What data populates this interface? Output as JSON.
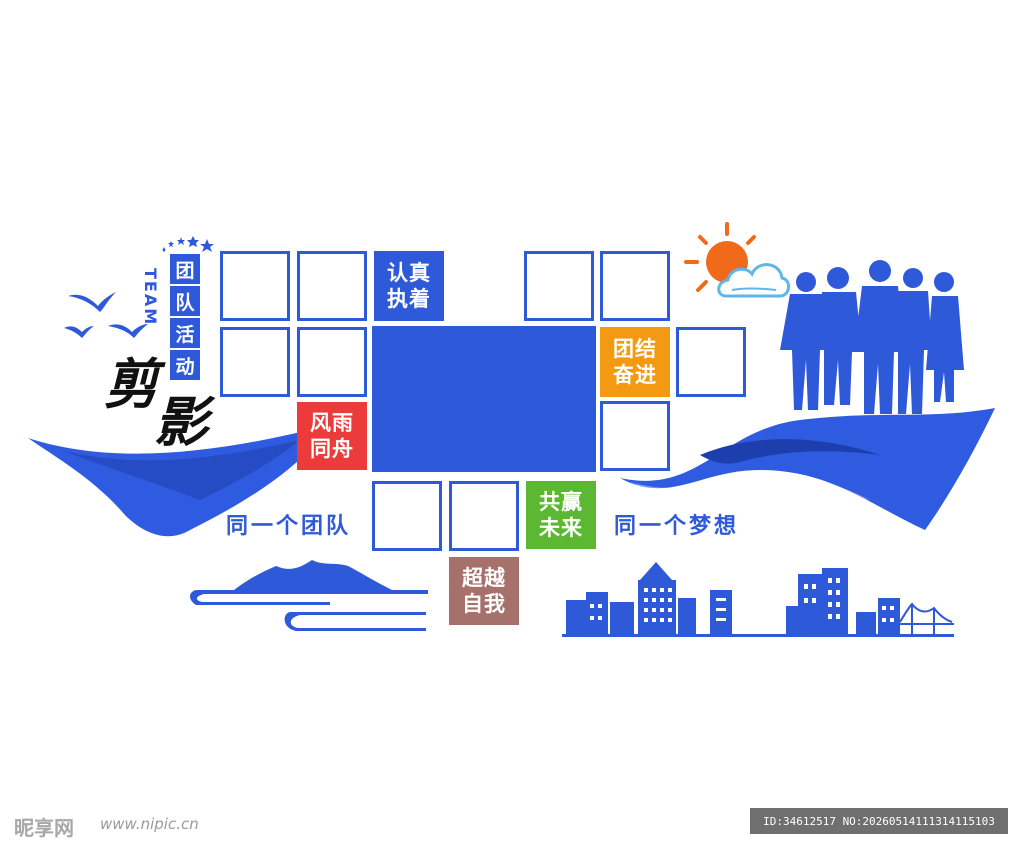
{
  "title": {
    "calligraphy_1": "剪",
    "calligraphy_2": "影",
    "vertical": [
      "团",
      "队",
      "活",
      "动"
    ],
    "team": "TEAM"
  },
  "tiles": {
    "renzhen": [
      "认真",
      "执着"
    ],
    "tuanjie": [
      "团结",
      "奋进"
    ],
    "fengyu": [
      "风雨",
      "同舟"
    ],
    "gongying": [
      "共赢",
      "未来"
    ],
    "chaoyue": [
      "超越",
      "自我"
    ]
  },
  "slogans": {
    "left": "同一个团队",
    "right": "同一个梦想"
  },
  "watermark": {
    "logo": "昵享网",
    "url": "www.nipic.cn",
    "id": "ID:34612517 NO:20260514111314115103"
  },
  "colors": {
    "primary_blue": "#2e59d9",
    "wave_blue": "#2f5be0",
    "wave_dark": "#1d3fae",
    "red": "#ec3b3b",
    "orange": "#f39a12",
    "green": "#5cb832",
    "brown": "#a6716a",
    "sun": "#f06a1a",
    "cloud": "#5fb6e8"
  },
  "icons": [
    "bird-icon",
    "star-icon",
    "sun-icon",
    "cloud-icon",
    "people-silhouette-icon",
    "mountain-icon",
    "city-skyline-icon",
    "bridge-icon"
  ]
}
